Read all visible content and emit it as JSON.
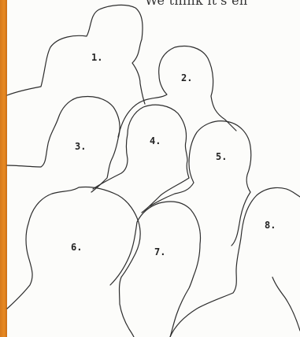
{
  "caption": "We think it's en",
  "figures": [
    {
      "label": "1."
    },
    {
      "label": "2."
    },
    {
      "label": "3."
    },
    {
      "label": "4."
    },
    {
      "label": "5."
    },
    {
      "label": "6."
    },
    {
      "label": "7."
    },
    {
      "label": "8."
    }
  ],
  "colors": {
    "margin_strip": "#e88a22",
    "outline": "#2d2d2d",
    "background": "#fcfcfa"
  }
}
